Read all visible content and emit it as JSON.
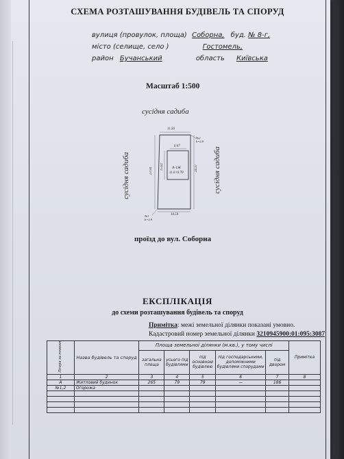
{
  "title": "СХЕМА РОЗТАШУВАННЯ БУДІВЕЛЬ ТА СПОРУД",
  "address": {
    "street_prefix": "вулиця (провулок, площа)",
    "street_value": "Соборна,",
    "house_prefix": "буд.",
    "house_value": "№ 8-г,",
    "city_prefix": "місто (селище, село )",
    "city_value": "Гостомель,",
    "district_prefix": "район",
    "district_value": "Бучанський",
    "region_prefix": "область",
    "region_value": "Київська"
  },
  "scale": "Масштаб 1:500",
  "plan": {
    "neighbor_top": "сусідня садиба",
    "neighbor_left": "сусідня садиба",
    "neighbor_right": "сусідня садиба",
    "dim_top": "11.56",
    "dim_inner_top": "6.67",
    "dim_left": "23.94",
    "dim_inner": "15.82",
    "dim_right": "24.37",
    "dim_bottom": "10.59",
    "building_label": "А-1Ж",
    "building_dims": "11.6×6.70",
    "point1": "№1",
    "point1_sub": "h=2.8",
    "point2": "№2",
    "point2_sub": "h=2.8"
  },
  "road": "проїзд до вул. Соборна",
  "explication": {
    "title": "ЕКСПЛІКАЦІЯ",
    "subtitle": "до схеми розташування будівель та споруд",
    "note_label": "Примітка",
    "note_text": ": межі земельної ділянки показані умовно.",
    "cadastral_label": "Кадастровий номер земельної ділянки",
    "cadastral_value": "3210945900:01:095:3087"
  },
  "table": {
    "col_letter": "Літера за планом",
    "col_name": "Назва будівель та споруд",
    "group_header": "Площа земельної ділянки (м.кв.), у тому числі",
    "col_total": "загальна площа",
    "col_under_buildings": "усього під будівлями",
    "col_main": "під основною будівлею",
    "col_household": "під господарськими, допоміжними будівлями спорудами",
    "col_yard": "під двором",
    "col_note": "Примітка",
    "nums": [
      "1",
      "2",
      "3",
      "4",
      "5",
      "6",
      "7",
      "8"
    ],
    "rows": [
      {
        "letter": "А",
        "name": "Житловий будинок",
        "total": "265",
        "under": "79",
        "main": "79",
        "household": "—",
        "yard": "186",
        "note": ""
      },
      {
        "letter": "№1,2",
        "name": "Огорожа",
        "total": "",
        "under": "",
        "main": "",
        "household": "",
        "yard": "",
        "note": ""
      }
    ]
  }
}
